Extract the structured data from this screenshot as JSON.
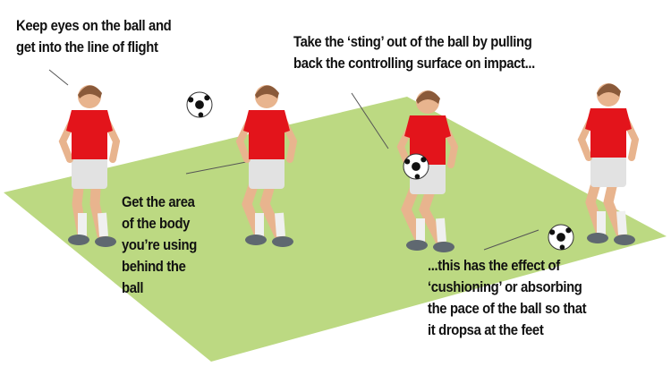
{
  "captions": {
    "top_left": [
      "Keep eyes on the ball and",
      "get into the line of flight"
    ],
    "top_middle": [
      "Take the ‘sting’ out of the ball by pulling",
      "back the controlling surface on impact..."
    ],
    "middle_left": [
      "Get the area",
      "of the body",
      "you’re using",
      "behind the",
      "ball"
    ],
    "bottom_right": [
      "...this has the effect of",
      "‘cushioning’ or absorbing",
      "the pace of the ball so that",
      "it dropsa at the feet"
    ]
  },
  "colors": {
    "pitch": "#bcd982",
    "shirt": "#e3141b",
    "shorts": "#e2e2e2",
    "skin": "#e8b48e",
    "hair": "#8a5a3a",
    "boots": "#5f6870",
    "socks": "#f0f0f0"
  }
}
